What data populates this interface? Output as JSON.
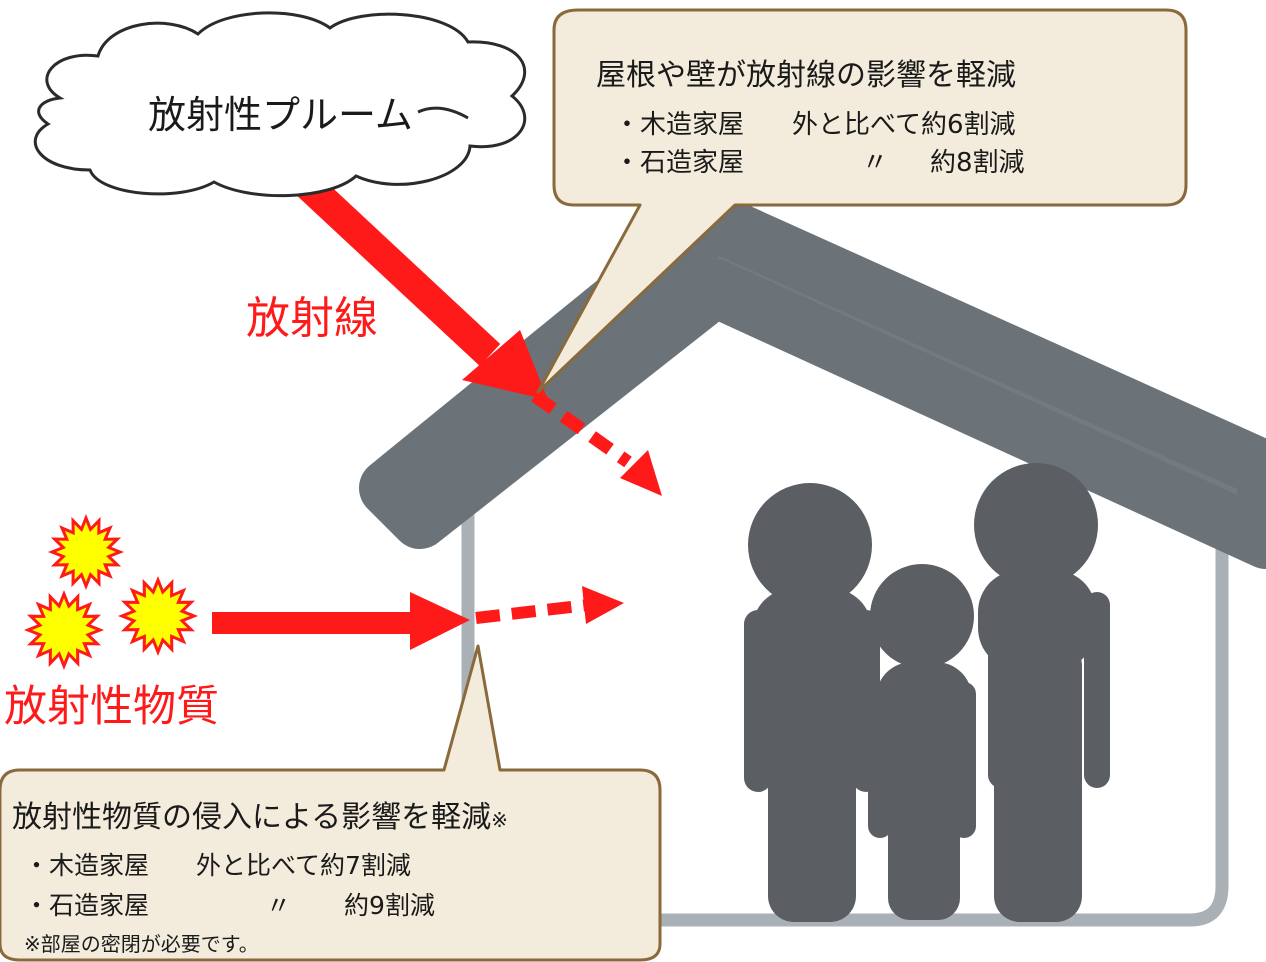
{
  "plume_label": "放射性プルーム",
  "radiation_label": "放射線",
  "material_label": "放射性物質",
  "callout_roof": {
    "title": "屋根や壁が放射線の影響を軽減",
    "rows": [
      {
        "type": "・木造家屋",
        "comparison": "外と比べて約6割減"
      },
      {
        "type": "・石造家屋",
        "ditto": "〃",
        "reduction": "約8割減"
      }
    ]
  },
  "callout_wall": {
    "title": "放射性物質の侵入による影響を軽減",
    "title_mark": "※",
    "rows": [
      {
        "type": "・木造家屋",
        "comparison": "外と比べて約7割減"
      },
      {
        "type": "・石造家屋",
        "ditto": "〃",
        "reduction": "約9割減"
      }
    ],
    "note": "※部屋の密閉が必要です。"
  },
  "colors": {
    "arrow_red": "#ff1a1a",
    "house_roof": "#737a80",
    "house_wall": "#a9b0b6",
    "people": "#5b5f63",
    "callout_fill": "#f3ecdc",
    "callout_border": "#8a6a3c",
    "burst_fill": "#ffff00",
    "burst_stroke": "#ff1a1a"
  }
}
